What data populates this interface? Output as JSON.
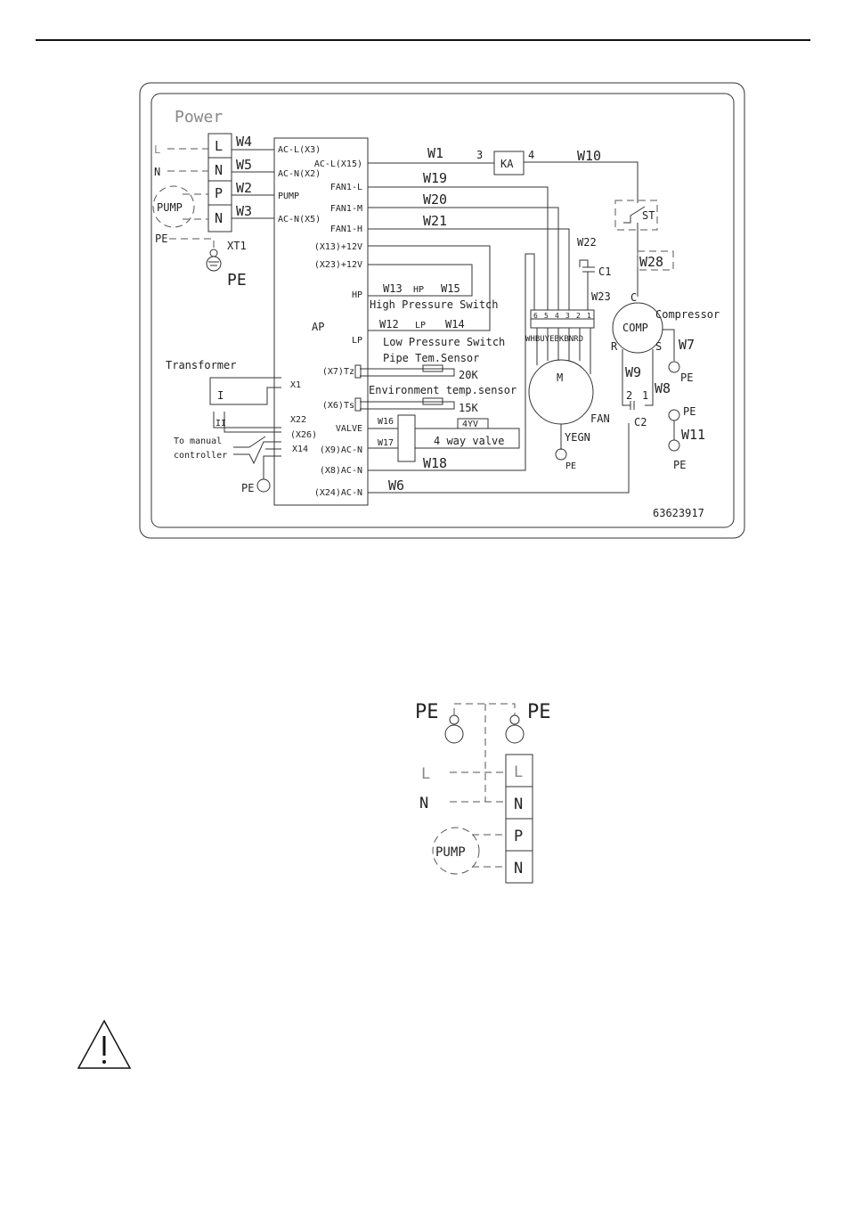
{
  "diagram1": {
    "power_label": "Power",
    "terminal": {
      "name": "XT1",
      "rows": [
        "L",
        "N",
        "P",
        "N"
      ]
    },
    "mains": {
      "l": "L",
      "n": "N",
      "pe": "PE",
      "pe_ground": "PE"
    },
    "pump_label": "PUMP",
    "left_wires": [
      "W4",
      "W5",
      "W2",
      "W3"
    ],
    "board_left_pins": [
      "AC-L(X3)",
      "AC-N(X2)",
      "PUMP",
      "AC-N(X5)"
    ],
    "board_name": "AP",
    "board_right_pins": [
      "AC-L(X15)",
      "FAN1-L",
      "FAN1-M",
      "FAN1-H",
      "(X13)+12V",
      "(X23)+12V",
      "HP",
      "LP",
      "(X7)Tz",
      "(X6)Ts",
      "VALVE",
      "(X9)AC-N",
      "(X8)AC-N",
      "(X24)AC-N"
    ],
    "wires": {
      "w1": "W1",
      "w10": "W10",
      "w19": "W19",
      "w20": "W20",
      "w21": "W21",
      "w13": "W13",
      "w15": "W15",
      "w12": "W12",
      "w14": "W14",
      "w16": "W16",
      "w17": "W17",
      "w18": "W18",
      "w6": "W6",
      "w22": "W22",
      "w23": "W23",
      "w28": "W28",
      "w7": "W7",
      "w9": "W9",
      "w8": "W8",
      "w11": "W11"
    },
    "relay": {
      "name": "KA",
      "pin_in": "3",
      "pin_out": "4"
    },
    "st_label": "ST",
    "hp": {
      "tag": "HP",
      "label": "High Pressure Switch"
    },
    "lp": {
      "tag": "LP",
      "label": "Low Pressure Switch"
    },
    "pipe_sensor": {
      "label": "Pipe Tem.Sensor",
      "value": "20K"
    },
    "env_sensor": {
      "label": "Environment temp.sensor",
      "value": "15K"
    },
    "valve": {
      "tag": "4YV",
      "label": "4 way valve"
    },
    "transformer": {
      "label": "Transformer",
      "primary": "I",
      "secondary": "II",
      "x1": "X1",
      "x22": "X22",
      "x26": "(X26)"
    },
    "manual": {
      "label_line1": "To manual",
      "label_line2": "controller",
      "x14": "X14",
      "pe": "PE"
    },
    "fan": {
      "connector_pins": [
        "6",
        "5",
        "4",
        "3",
        "2",
        "1"
      ],
      "colors": "WHBUYEBKBNRD",
      "motor": "M",
      "label": "FAN",
      "ground_wire": "YEGN",
      "pe": "PE"
    },
    "c1": "C1",
    "compressor": {
      "label": "Compressor",
      "name": "COMP",
      "c": "C",
      "r": "R",
      "s": "S",
      "pin2": "2",
      "pin1": "1",
      "c2": "C2",
      "pe": "PE"
    },
    "w11_pe_top": "PE",
    "w11_pe_bottom": "PE",
    "part_number": "63623917"
  },
  "diagram2": {
    "pe_left": "PE",
    "pe_right": "PE",
    "l": "L",
    "n": "N",
    "terminal_rows": [
      "L",
      "N",
      "P",
      "N"
    ],
    "pump_label": "PUMP"
  },
  "warning_icon": "warning-triangle-icon"
}
